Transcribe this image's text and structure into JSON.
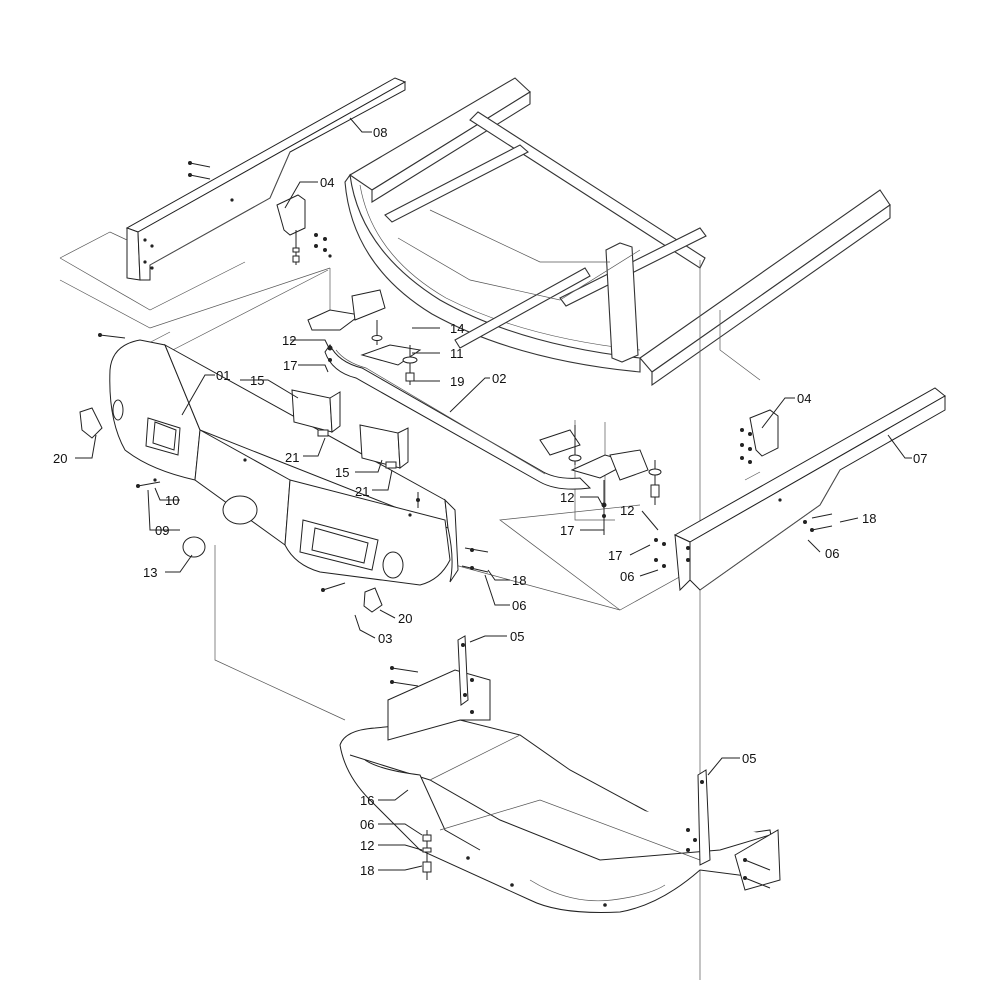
{
  "callouts": {
    "c01": "01",
    "c02": "02",
    "c03": "03",
    "c04a": "04",
    "c04b": "04",
    "c05a": "05",
    "c05b": "05",
    "c06a": "06",
    "c06b": "06",
    "c06c": "06",
    "c06d": "06",
    "c07": "07",
    "c08": "08",
    "c09": "09",
    "c10": "10",
    "c11": "11",
    "c12a": "12",
    "c12b": "12",
    "c12c": "12",
    "c12d": "12",
    "c13": "13",
    "c14": "14",
    "c15a": "15",
    "c15b": "15",
    "c16": "16",
    "c17a": "17",
    "c17b": "17",
    "c17c": "17",
    "c18a": "18",
    "c18b": "18",
    "c18c": "18",
    "c19": "19",
    "c20a": "20",
    "c20b": "20",
    "c21a": "21",
    "c21b": "21"
  }
}
